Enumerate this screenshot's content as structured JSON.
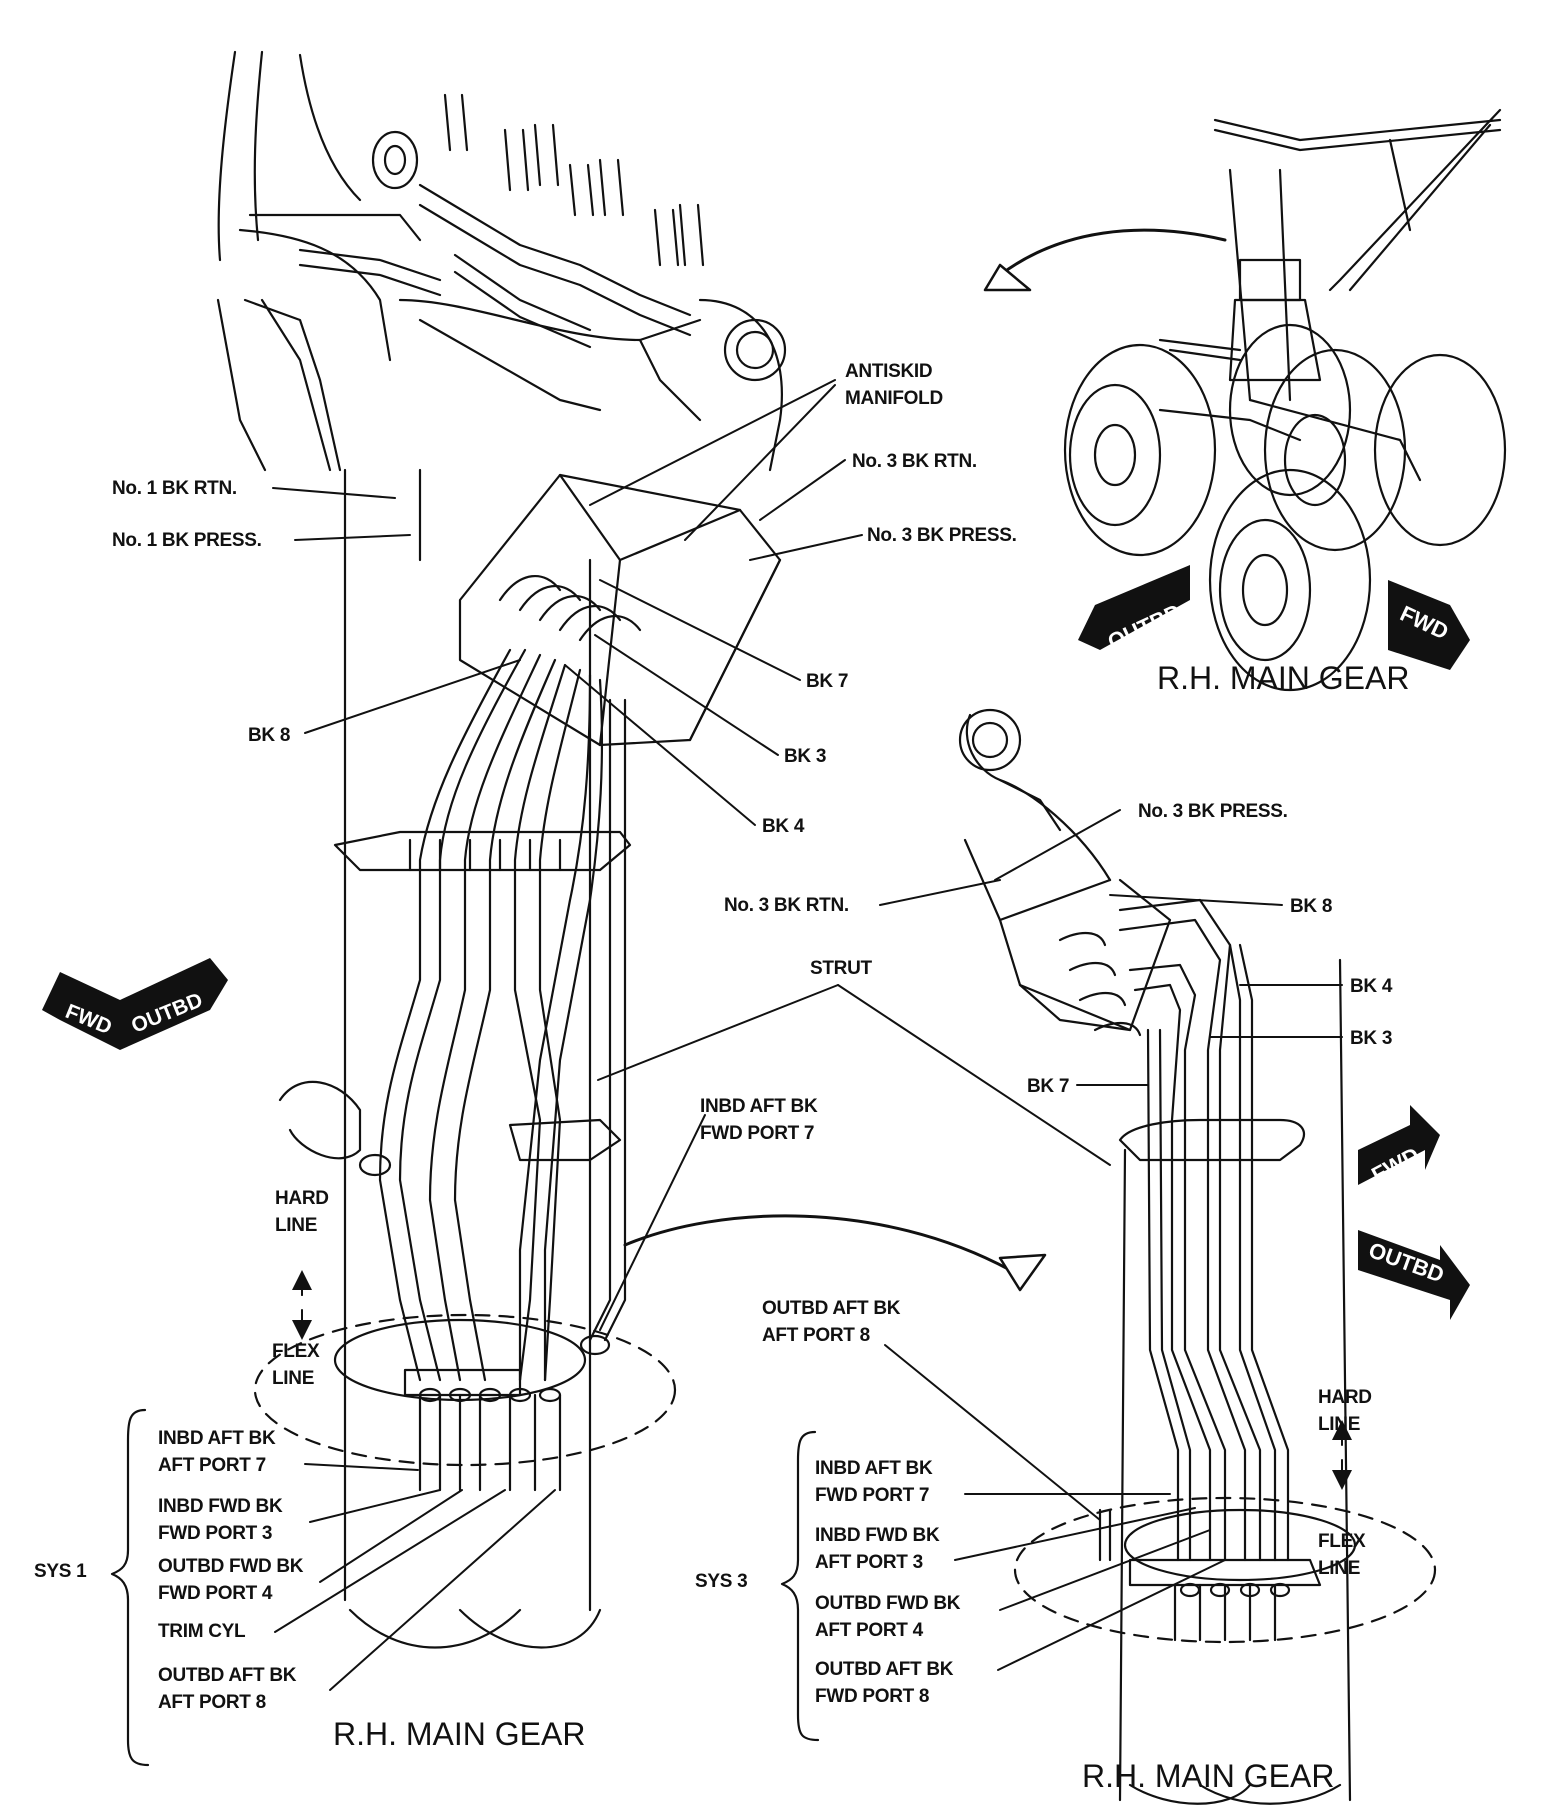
{
  "left_view": {
    "title": "R.H. MAIN GEAR",
    "labels": {
      "antiskid_1": "ANTISKID",
      "antiskid_2": "MANIFOLD",
      "no1_bk_rtn": "No. 1 BK RTN.",
      "no1_bk_press": "No. 1 BK PRESS.",
      "no3_bk_rtn": "No. 3 BK RTN.",
      "no3_bk_press": "No. 3 BK PRESS.",
      "bk7": "BK 7",
      "bk8": "BK 8",
      "bk3": "BK 3",
      "bk4": "BK 4",
      "strut": "STRUT",
      "inbd_aft_fwd_1": "INBD AFT BK",
      "inbd_aft_fwd_2": "FWD PORT 7",
      "hard_1": "HARD",
      "hard_2": "LINE",
      "flex_1": "FLEX",
      "flex_2": "LINE",
      "sys": "SYS 1"
    },
    "sys1_lines": [
      [
        "INBD AFT BK",
        "AFT PORT 7"
      ],
      [
        "INBD FWD BK",
        "FWD PORT 3"
      ],
      [
        "OUTBD FWD BK",
        "FWD PORT 4"
      ],
      [
        "TRIM CYL"
      ],
      [
        "OUTBD AFT BK",
        "AFT PORT 8"
      ]
    ],
    "arrows": {
      "fwd": "FWD",
      "outbd": "OUTBD"
    }
  },
  "top_right_view": {
    "title": "R.H. MAIN GEAR",
    "arrows": {
      "outbd": "OUTBD",
      "fwd": "FWD"
    }
  },
  "bottom_right_view": {
    "title": "R.H. MAIN GEAR",
    "labels": {
      "no3_bk_press": "No. 3 BK PRESS.",
      "no3_bk_rtn": "No. 3 BK RTN.",
      "bk8": "BK 8",
      "bk4": "BK 4",
      "bk3": "BK 3",
      "bk7": "BK 7",
      "outbd_aft_1": "OUTBD AFT BK",
      "outbd_aft_2": "AFT PORT 8",
      "hard_1": "HARD",
      "hard_2": "LINE",
      "flex_1": "FLEX",
      "flex_2": "LINE",
      "sys": "SYS 3"
    },
    "sys3_lines": [
      [
        "INBD AFT BK",
        "FWD PORT 7"
      ],
      [
        "INBD FWD BK",
        "AFT PORT 3"
      ],
      [
        "OUTBD FWD BK",
        "AFT PORT 4"
      ],
      [
        "OUTBD AFT BK",
        "FWD PORT 8"
      ]
    ],
    "arrows": {
      "fwd": "FWD",
      "outbd": "OUTBD"
    }
  }
}
